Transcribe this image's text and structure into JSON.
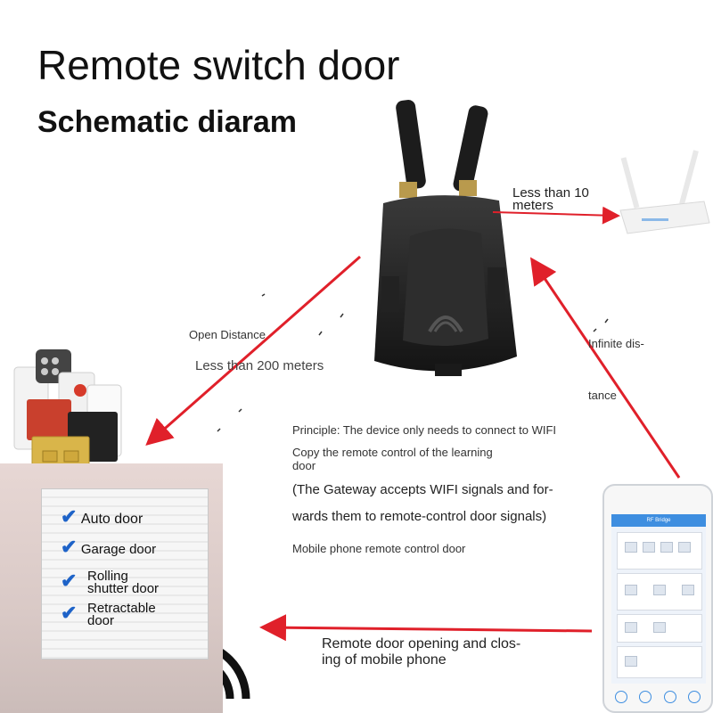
{
  "title": "Remote switch door",
  "subtitle": "Schematic diaram",
  "router_link": {
    "line1": "Less than 10",
    "line2": "meters"
  },
  "open_distance": {
    "label": "Open Distance",
    "value": "Less than 200 meters"
  },
  "infinite": {
    "line1": "Infinite dis-",
    "line2": "tance"
  },
  "principle": {
    "line1": "Principle: The device only needs to connect to WIFI",
    "line2a": "Copy the remote control of the learning",
    "line2b": "door",
    "line3a": "(The Gateway accepts WIFI signals and for-",
    "line3b": "wards them to remote-control door signals)",
    "line4": "Mobile phone remote control door"
  },
  "door_types": [
    {
      "label": "Auto door"
    },
    {
      "label": "Garage door"
    },
    {
      "label": "Rolling",
      "label2": "shutter door"
    },
    {
      "label": "Retractable",
      "label2": "door"
    }
  ],
  "phone_link": {
    "line1": "Remote door opening and clos-",
    "line2": "ing of mobile phone"
  },
  "phone_app": {
    "title": "RF Bridge"
  },
  "colors": {
    "arrow": "#e0202a",
    "accent": "#1e63c8",
    "device": "#262626"
  }
}
